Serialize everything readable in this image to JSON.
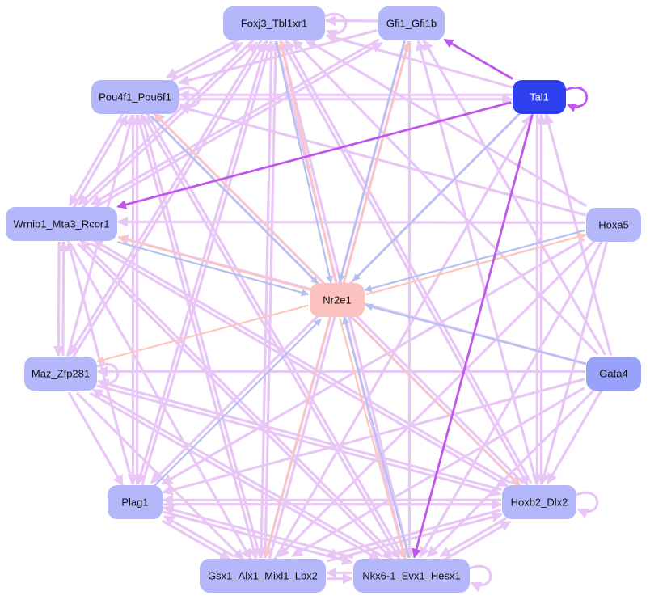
{
  "colors": {
    "background": "#ffffff",
    "edge_default": "#e8c6f6",
    "edge_blue": "#b4c0f0",
    "edge_salmon": "#fcc6bc",
    "edge_strong": "#c256ec",
    "node_default": "#b4b8fa",
    "node_center": "#fcc2c0",
    "node_gata4": "#98a2f8",
    "node_tal1": "#2e40f0",
    "text_dark": "#111111",
    "text_light": "#ffffff"
  },
  "nodes": [
    {
      "id": "foxj3",
      "label": "Foxj3_Tbl1xr1"
    },
    {
      "id": "gfi1",
      "label": "Gfi1_Gfi1b"
    },
    {
      "id": "pou4f1",
      "label": "Pou4f1_Pou6f1"
    },
    {
      "id": "tal1",
      "label": "Tal1"
    },
    {
      "id": "wrnip1",
      "label": "Wrnip1_Mta3_Rcor1"
    },
    {
      "id": "hoxa5",
      "label": "Hoxa5"
    },
    {
      "id": "nr2e1",
      "label": "Nr2e1"
    },
    {
      "id": "maz",
      "label": "Maz_Zfp281"
    },
    {
      "id": "gata4",
      "label": "Gata4"
    },
    {
      "id": "plag1",
      "label": "Plag1"
    },
    {
      "id": "hoxb2",
      "label": "Hoxb2_Dlx2"
    },
    {
      "id": "gsx1",
      "label": "Gsx1_Alx1_Mixl1_Lbx2"
    },
    {
      "id": "nkx6",
      "label": "Nkx6-1_Evx1_Hesx1"
    }
  ],
  "edges": [
    {
      "from": "tal1",
      "to": "gfi1",
      "type": "strong"
    },
    {
      "from": "tal1",
      "to": "wrnip1",
      "type": "strong"
    },
    {
      "from": "tal1",
      "to": "nkx6",
      "type": "strong"
    },
    {
      "from": "tal1",
      "to": "tal1",
      "type": "strong"
    },
    {
      "from": "tal1",
      "to": "nr2e1",
      "type": "blue"
    },
    {
      "from": "hoxa5",
      "to": "nr2e1",
      "type": "blue"
    },
    {
      "from": "gata4",
      "to": "nr2e1",
      "type": "blue"
    },
    {
      "from": "plag1",
      "to": "nr2e1",
      "type": "blue"
    },
    {
      "from": "foxj3",
      "to": "nr2e1",
      "type": "blue"
    },
    {
      "from": "gfi1",
      "to": "nr2e1",
      "type": "blue"
    },
    {
      "from": "wrnip1",
      "to": "nr2e1",
      "type": "blue"
    },
    {
      "from": "nkx6",
      "to": "nr2e1",
      "type": "blue"
    },
    {
      "from": "pou4f1",
      "to": "nr2e1",
      "type": "blue"
    },
    {
      "from": "nr2e1",
      "to": "foxj3",
      "type": "salmon"
    },
    {
      "from": "nr2e1",
      "to": "gfi1",
      "type": "salmon"
    },
    {
      "from": "nr2e1",
      "to": "pou4f1",
      "type": "salmon"
    },
    {
      "from": "nr2e1",
      "to": "wrnip1",
      "type": "salmon"
    },
    {
      "from": "nr2e1",
      "to": "hoxa5",
      "type": "salmon"
    },
    {
      "from": "nr2e1",
      "to": "maz",
      "type": "salmon"
    },
    {
      "from": "nr2e1",
      "to": "gsx1",
      "type": "salmon"
    },
    {
      "from": "nr2e1",
      "to": "nkx6",
      "type": "salmon"
    },
    {
      "from": "nr2e1",
      "to": "hoxb2",
      "type": "salmon"
    },
    {
      "from": "foxj3",
      "to": "foxj3",
      "type": "default"
    },
    {
      "from": "pou4f1",
      "to": "pou4f1",
      "type": "default"
    },
    {
      "from": "maz",
      "to": "maz",
      "type": "default"
    },
    {
      "from": "hoxb2",
      "to": "hoxb2",
      "type": "default"
    },
    {
      "from": "nkx6",
      "to": "nkx6",
      "type": "default"
    },
    {
      "from": "gfi1",
      "to": "foxj3",
      "type": "default"
    },
    {
      "from": "tal1",
      "to": "pou4f1",
      "type": "default"
    },
    {
      "from": "pou4f1",
      "to": "tal1",
      "type": "default"
    },
    {
      "from": "hoxa5",
      "to": "foxj3",
      "type": "default"
    },
    {
      "from": "hoxa5",
      "to": "pou4f1",
      "type": "default"
    },
    {
      "from": "hoxa5",
      "to": "wrnip1",
      "type": "default"
    },
    {
      "from": "hoxa5",
      "to": "gsx1",
      "type": "default"
    },
    {
      "from": "hoxa5",
      "to": "nkx6",
      "type": "default"
    },
    {
      "from": "hoxa5",
      "to": "hoxb2",
      "type": "default"
    },
    {
      "from": "hoxa5",
      "to": "plag1",
      "type": "default"
    },
    {
      "from": "gata4",
      "to": "foxj3",
      "type": "default"
    },
    {
      "from": "gata4",
      "to": "gfi1",
      "type": "default"
    },
    {
      "from": "gata4",
      "to": "tal1",
      "type": "default"
    },
    {
      "from": "gata4",
      "to": "wrnip1",
      "type": "default"
    },
    {
      "from": "gata4",
      "to": "maz",
      "type": "default"
    },
    {
      "from": "gata4",
      "to": "plag1",
      "type": "default"
    },
    {
      "from": "gata4",
      "to": "gsx1",
      "type": "default"
    },
    {
      "from": "gata4",
      "to": "nkx6",
      "type": "default"
    },
    {
      "from": "gata4",
      "to": "hoxb2",
      "type": "default"
    },
    {
      "from": "maz",
      "to": "foxj3",
      "type": "default"
    },
    {
      "from": "maz",
      "to": "pou4f1",
      "type": "default"
    },
    {
      "from": "maz",
      "to": "wrnip1",
      "type": "default"
    },
    {
      "from": "maz",
      "to": "gsx1",
      "type": "default"
    },
    {
      "from": "maz",
      "to": "nkx6",
      "type": "default"
    },
    {
      "from": "maz",
      "to": "hoxb2",
      "type": "default"
    },
    {
      "from": "maz",
      "to": "plag1",
      "type": "default"
    },
    {
      "from": "wrnip1",
      "to": "foxj3",
      "type": "default"
    },
    {
      "from": "wrnip1",
      "to": "pou4f1",
      "type": "default"
    },
    {
      "from": "wrnip1",
      "to": "maz",
      "type": "default"
    },
    {
      "from": "wrnip1",
      "to": "gsx1",
      "type": "default"
    },
    {
      "from": "wrnip1",
      "to": "nkx6",
      "type": "default"
    },
    {
      "from": "wrnip1",
      "to": "hoxb2",
      "type": "default"
    },
    {
      "from": "wrnip1",
      "to": "gfi1",
      "type": "default"
    },
    {
      "from": "plag1",
      "to": "foxj3",
      "type": "default"
    },
    {
      "from": "plag1",
      "to": "pou4f1",
      "type": "default"
    },
    {
      "from": "plag1",
      "to": "hoxb2",
      "type": "default"
    },
    {
      "from": "plag1",
      "to": "gsx1",
      "type": "default"
    },
    {
      "from": "plag1",
      "to": "nkx6",
      "type": "default"
    },
    {
      "from": "plag1",
      "to": "wrnip1",
      "type": "default"
    },
    {
      "from": "gsx1",
      "to": "foxj3",
      "type": "default"
    },
    {
      "from": "gsx1",
      "to": "pou4f1",
      "type": "default"
    },
    {
      "from": "gsx1",
      "to": "hoxb2",
      "type": "default"
    },
    {
      "from": "gsx1",
      "to": "nkx6",
      "type": "default"
    },
    {
      "from": "gsx1",
      "to": "plag1",
      "type": "default"
    },
    {
      "from": "gsx1",
      "to": "gfi1",
      "type": "default"
    },
    {
      "from": "gsx1",
      "to": "tal1",
      "type": "default"
    },
    {
      "from": "nkx6",
      "to": "foxj3",
      "type": "default"
    },
    {
      "from": "nkx6",
      "to": "pou4f1",
      "type": "default"
    },
    {
      "from": "nkx6",
      "to": "hoxb2",
      "type": "default"
    },
    {
      "from": "nkx6",
      "to": "gsx1",
      "type": "default"
    },
    {
      "from": "nkx6",
      "to": "plag1",
      "type": "default"
    },
    {
      "from": "nkx6",
      "to": "wrnip1",
      "type": "default"
    },
    {
      "from": "nkx6",
      "to": "maz",
      "type": "default"
    },
    {
      "from": "hoxb2",
      "to": "foxj3",
      "type": "default"
    },
    {
      "from": "hoxb2",
      "to": "pou4f1",
      "type": "default"
    },
    {
      "from": "hoxb2",
      "to": "gsx1",
      "type": "default"
    },
    {
      "from": "hoxb2",
      "to": "nkx6",
      "type": "default"
    },
    {
      "from": "hoxb2",
      "to": "plag1",
      "type": "default"
    },
    {
      "from": "hoxb2",
      "to": "wrnip1",
      "type": "default"
    },
    {
      "from": "hoxb2",
      "to": "maz",
      "type": "default"
    },
    {
      "from": "hoxb2",
      "to": "gfi1",
      "type": "default"
    },
    {
      "from": "hoxb2",
      "to": "tal1",
      "type": "default"
    },
    {
      "from": "foxj3",
      "to": "pou4f1",
      "type": "default"
    },
    {
      "from": "foxj3",
      "to": "wrnip1",
      "type": "default"
    },
    {
      "from": "foxj3",
      "to": "maz",
      "type": "default"
    },
    {
      "from": "foxj3",
      "to": "plag1",
      "type": "default"
    },
    {
      "from": "foxj3",
      "to": "gsx1",
      "type": "default"
    },
    {
      "from": "foxj3",
      "to": "nkx6",
      "type": "default"
    },
    {
      "from": "foxj3",
      "to": "hoxb2",
      "type": "default"
    },
    {
      "from": "pou4f1",
      "to": "foxj3",
      "type": "default"
    },
    {
      "from": "pou4f1",
      "to": "gsx1",
      "type": "default"
    },
    {
      "from": "pou4f1",
      "to": "nkx6",
      "type": "default"
    },
    {
      "from": "pou4f1",
      "to": "hoxb2",
      "type": "default"
    },
    {
      "from": "pou4f1",
      "to": "plag1",
      "type": "default"
    },
    {
      "from": "pou4f1",
      "to": "wrnip1",
      "type": "default"
    },
    {
      "from": "gfi1",
      "to": "pou4f1",
      "type": "default"
    },
    {
      "from": "gfi1",
      "to": "gsx1",
      "type": "default"
    },
    {
      "from": "gfi1",
      "to": "nkx6",
      "type": "default"
    },
    {
      "from": "gfi1",
      "to": "wrnip1",
      "type": "default"
    },
    {
      "from": "tal1",
      "to": "foxj3",
      "type": "default"
    },
    {
      "from": "tal1",
      "to": "plag1",
      "type": "default"
    },
    {
      "from": "tal1",
      "to": "hoxb2",
      "type": "default"
    }
  ]
}
